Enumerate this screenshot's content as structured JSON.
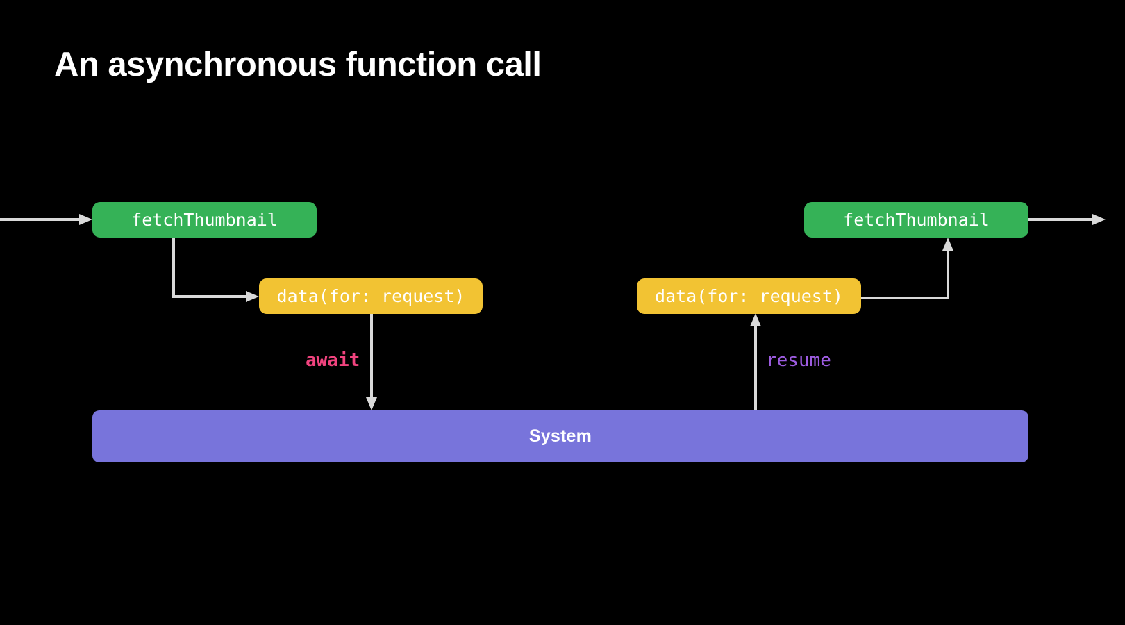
{
  "slide": {
    "title": "An asynchronous function call",
    "background_color": "#000000",
    "title_color": "#ffffff"
  },
  "diagram": {
    "nodes": {
      "fetch_left": {
        "label": "fetchThumbnail",
        "color": "#35B257",
        "text_color": "#ffffff"
      },
      "data_left": {
        "label": "data(for: request)",
        "color": "#F2C333",
        "text_color": "#ffffff"
      },
      "data_right": {
        "label": "data(for: request)",
        "color": "#F2C333",
        "text_color": "#ffffff"
      },
      "fetch_right": {
        "label": "fetchThumbnail",
        "color": "#35B257",
        "text_color": "#ffffff"
      },
      "system": {
        "label": "System",
        "color": "#7874DB",
        "text_color": "#ffffff"
      }
    },
    "edge_labels": {
      "await": {
        "text": "await",
        "color": "#F0437E"
      },
      "resume": {
        "text": "resume",
        "color": "#9D5CE0"
      }
    },
    "arrows": {
      "color": "#D9D9D9",
      "items": [
        "entry-into-fetchThumbnail-left",
        "fetchThumbnail-left-to-data-left",
        "data-left-await-down-to-system",
        "system-resume-up-to-data-right",
        "data-right-to-fetchThumbnail-right",
        "fetchThumbnail-right-exit"
      ]
    }
  }
}
